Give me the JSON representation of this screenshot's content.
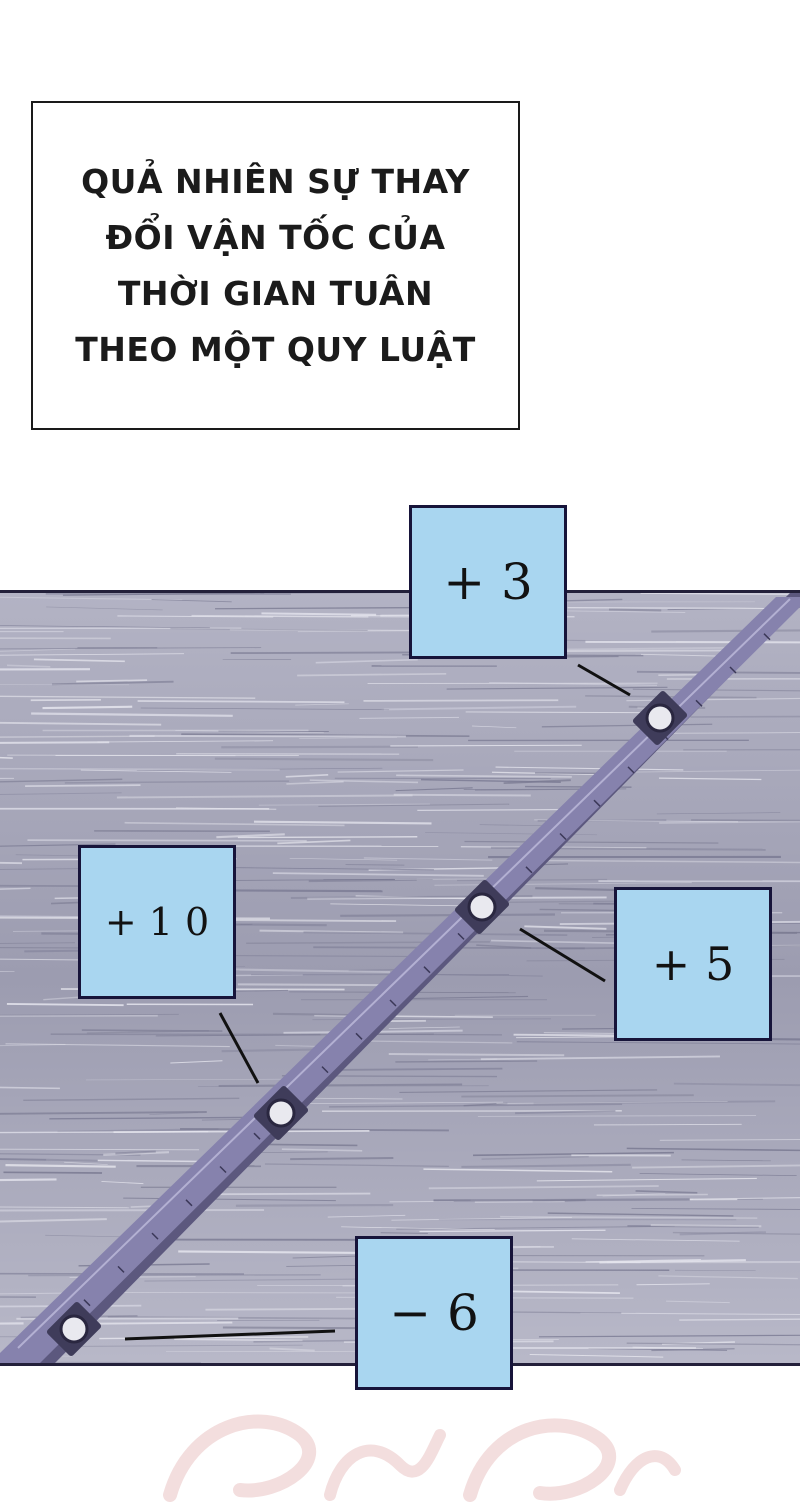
{
  "caption": {
    "text": "QUẢ NHIÊN SỰ THAY ĐỔI VẬN TỐC CỦA THỜI GIAN TUÂN THEO MỘT QUY LUẬT"
  },
  "labels": {
    "plus_three": "+ 3",
    "plus_ten": "+ 1 0",
    "plus_five": "+ 5",
    "minus_six": "− 6"
  },
  "colors": {
    "label_fill": "#a9d6f0",
    "label_border": "#17143a",
    "ruler_fill": "#7f7aa6",
    "panel_bg": "#a3a3b6"
  }
}
